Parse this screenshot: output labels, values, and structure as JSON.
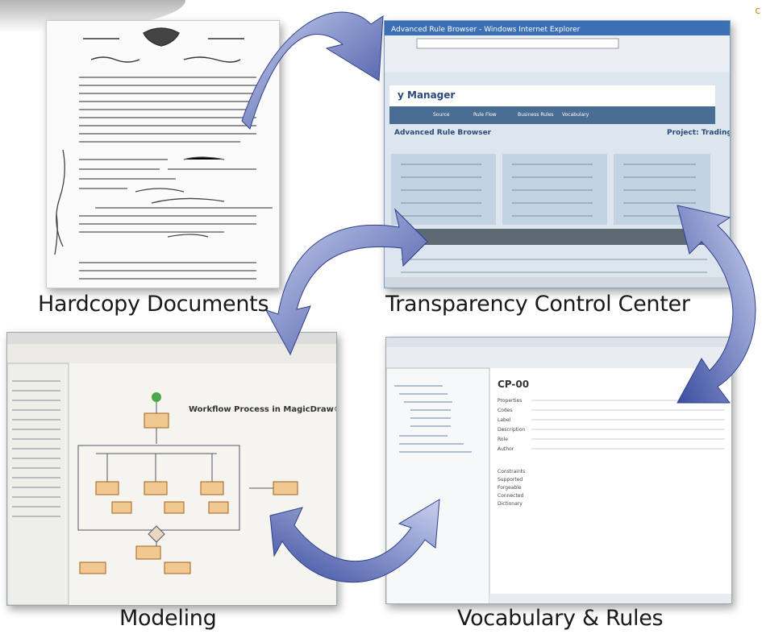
{
  "captions": {
    "hardcopy": "Hardcopy Documents",
    "transparency": "Transparency Control Center",
    "modeling": "Modeling",
    "vocab": "Vocabulary & Rules"
  },
  "corner_mark": "c",
  "browser": {
    "title": "Advanced Rule Browser - Windows Internet Explorer",
    "app_title": "y Manager",
    "subtitle": "Advanced Rule Browser",
    "project": "Project: Trading",
    "cols": [
      "Source",
      "Rule Flow",
      "Business Rules",
      "Vocabulary"
    ]
  },
  "modeling": {
    "diagram_title": "Workflow Process in MagicDraw®"
  },
  "vocab": {
    "term": "CP-00",
    "fields": [
      "Properties",
      "Codes",
      "Label",
      "Description",
      "Role",
      "Author"
    ],
    "lower_fields": [
      "Constraints",
      "Supported",
      "Forgeable",
      "Connected",
      "Dictionary"
    ]
  },
  "colors": {
    "arrow_light": "#c9d1ef",
    "arrow_dark": "#3c4ea0",
    "browser_header": "#4a6d94",
    "modeling_bg": "#f5f4ee",
    "accent": "#d47a18"
  }
}
